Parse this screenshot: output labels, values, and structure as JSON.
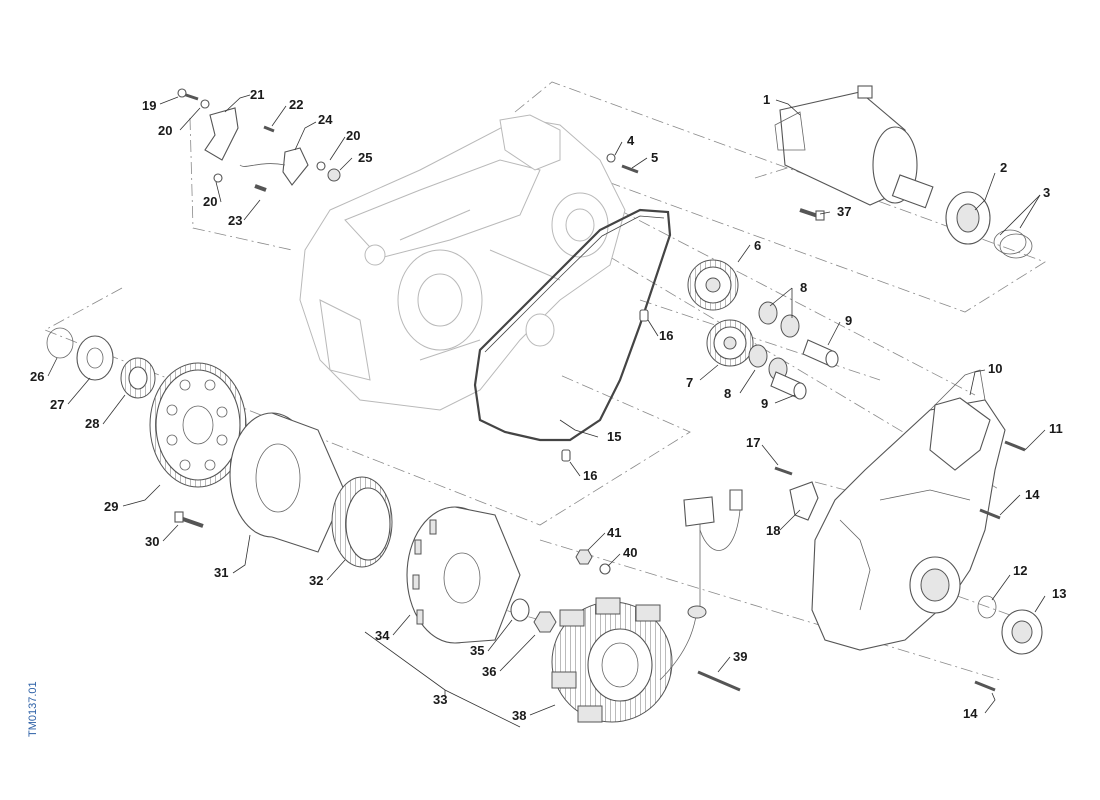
{
  "drawing_code": "TM0137.01",
  "labels": {
    "n1": "1",
    "n2": "2",
    "n3": "3",
    "n4": "4",
    "n5": "5",
    "n6": "6",
    "n7": "7",
    "n8a": "8",
    "n8b": "8",
    "n9a": "9",
    "n9b": "9",
    "n10": "10",
    "n11": "11",
    "n12": "12",
    "n13": "13",
    "n14a": "14",
    "n14b": "14",
    "n15": "15",
    "n16a": "16",
    "n16b": "16",
    "n17": "17",
    "n18": "18",
    "n19": "19",
    "n20a": "20",
    "n20b": "20",
    "n20c": "20",
    "n21": "21",
    "n22": "22",
    "n23": "23",
    "n24": "24",
    "n25": "25",
    "n26": "26",
    "n27": "27",
    "n28": "28",
    "n29": "29",
    "n30": "30",
    "n31": "31",
    "n32": "32",
    "n33": "33",
    "n34": "34",
    "n35": "35",
    "n36": "36",
    "n37": "37",
    "n38": "38",
    "n39": "39",
    "n40": "40",
    "n41": "41"
  }
}
